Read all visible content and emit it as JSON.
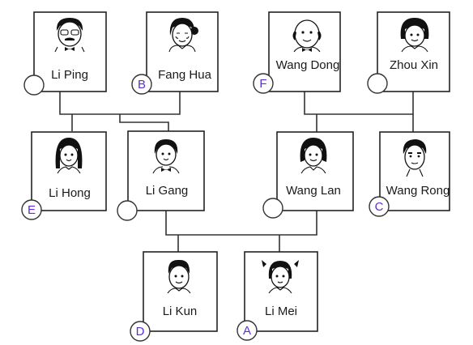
{
  "people": {
    "li_ping": {
      "name": "Li Ping",
      "marker": ""
    },
    "fang_hua": {
      "name": "Fang Hua",
      "marker": "B"
    },
    "wang_dong": {
      "name": "Wang Dong",
      "marker": "F"
    },
    "zhou_xin": {
      "name": "Zhou Xin",
      "marker": ""
    },
    "li_hong": {
      "name": "Li Hong",
      "marker": "E"
    },
    "li_gang": {
      "name": "Li Gang",
      "marker": ""
    },
    "wang_lan": {
      "name": "Wang Lan",
      "marker": ""
    },
    "wang_rong": {
      "name": "Wang Rong",
      "marker": "C"
    },
    "li_kun": {
      "name": "Li Kun",
      "marker": "D"
    },
    "li_mei": {
      "name": "Li Mei",
      "marker": "A"
    }
  },
  "colors": {
    "marker_letter": "#5b2fd1",
    "line": "#333333",
    "box_border": "#222222"
  }
}
